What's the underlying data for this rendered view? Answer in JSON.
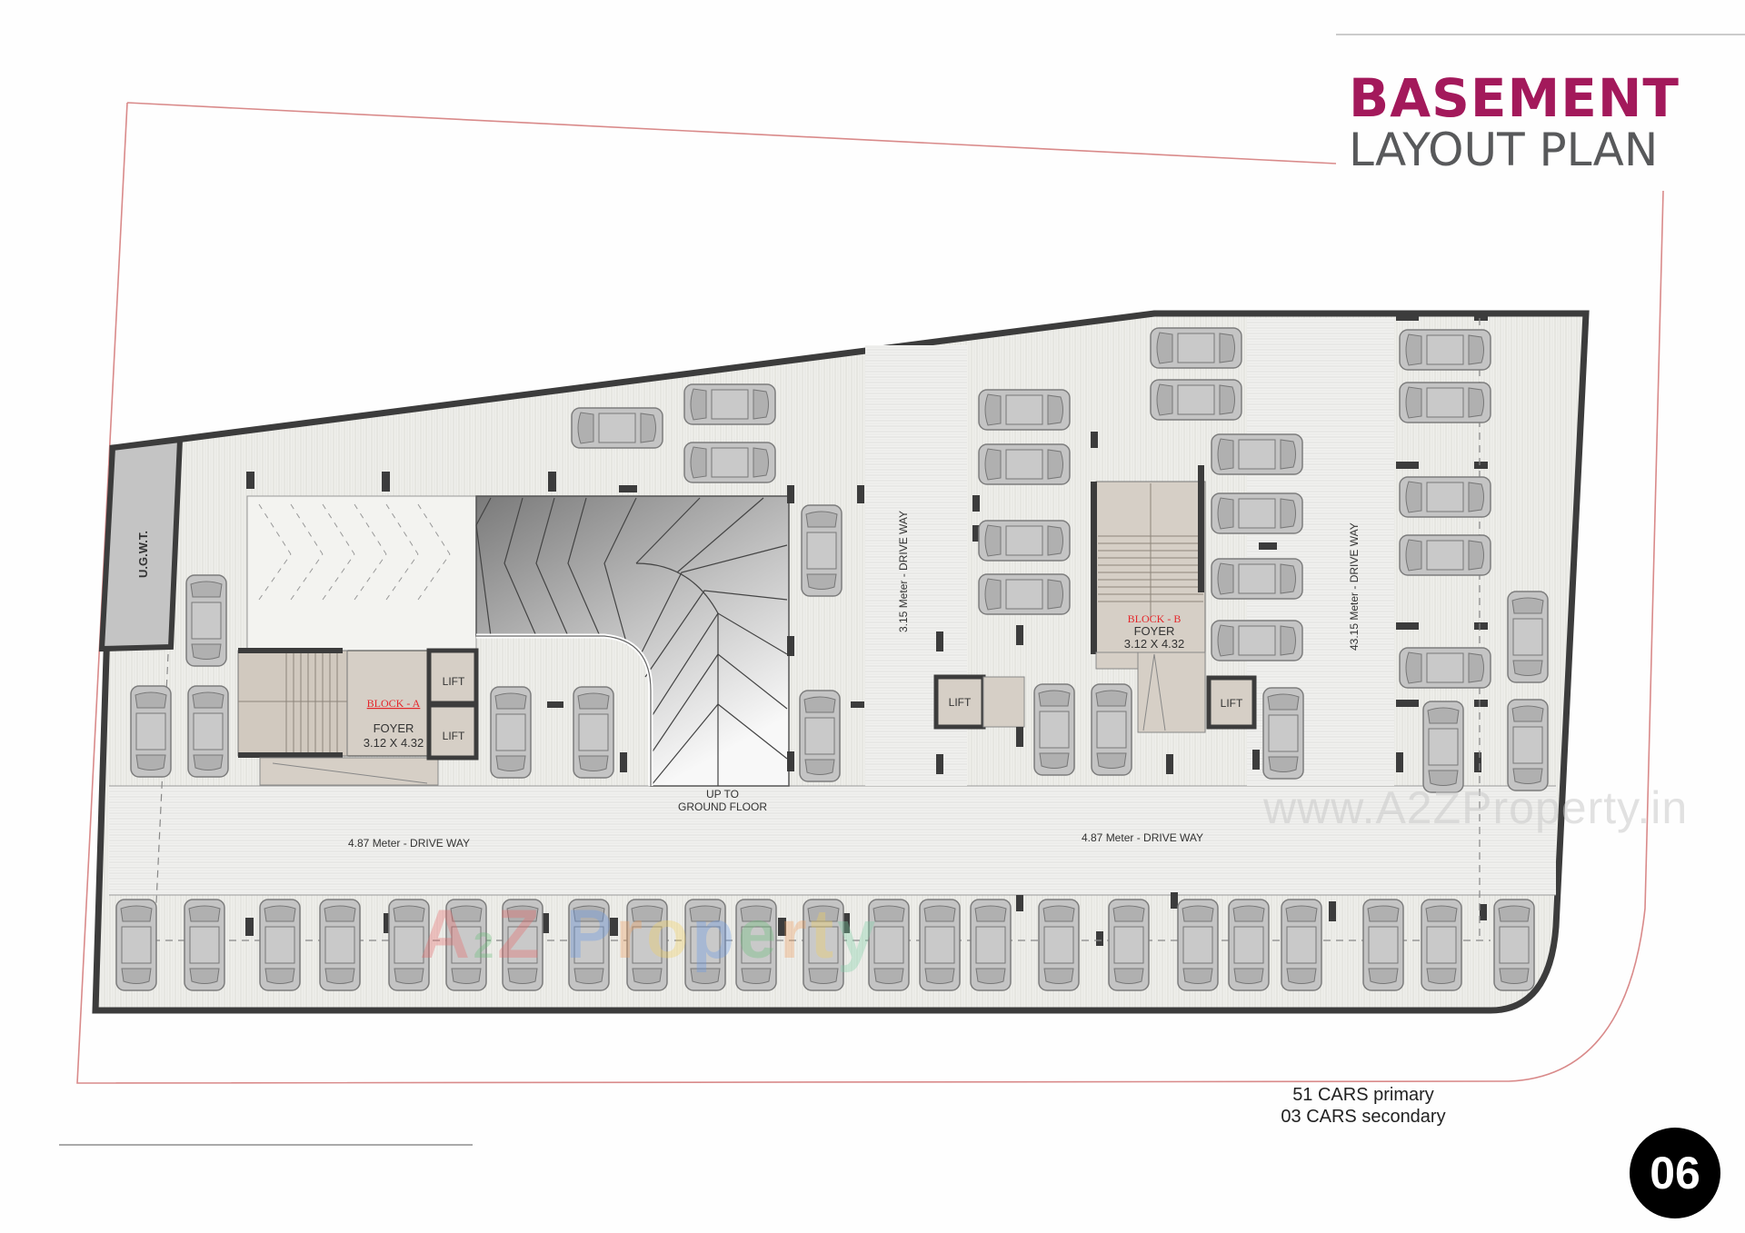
{
  "header": {
    "title_main": "BASEMENT",
    "title_sub": "LAYOUT PLAN",
    "title_main_color": "#a3195b",
    "title_sub_color": "#58595b"
  },
  "plan": {
    "ugwt_label": "U.G.W.T.",
    "block_a": {
      "block_label": "BLOCK - A",
      "foyer_label": "FOYER",
      "foyer_size": "3.12 X 4.32",
      "lift_labels": [
        "LIFT",
        "LIFT"
      ]
    },
    "block_b": {
      "block_label": "BLOCK - B",
      "foyer_label": "FOYER",
      "foyer_size": "3.12 X 4.32",
      "lift_labels": [
        "LIFT",
        "LIFT"
      ]
    },
    "ramp_label_line1": "UP TO",
    "ramp_label_line2": "GROUND FLOOR",
    "driveways": {
      "main_left": "4.87 Meter -  DRIVE WAY",
      "main_right": "4.87 Meter - DRIVE WAY",
      "vertical_center": "3.15 Meter -  DRIVE WAY",
      "vertical_right": "43.15 Meter -  DRIVE WAY"
    },
    "colors": {
      "wall": "#3c3c3c",
      "floor": "#ecece8",
      "core": "#d6cfc6",
      "ugwt": "#c4c4c4",
      "car": "#c2c2c2",
      "site_boundary": "#d98a8a",
      "block_label": "#e5262a"
    }
  },
  "summary": {
    "primary": "51 CARS primary",
    "secondary": "03 CARS  secondary"
  },
  "page_number": "06",
  "watermarks": {
    "url": "www.A2ZProperty.in",
    "logo": "A2Z Property"
  }
}
